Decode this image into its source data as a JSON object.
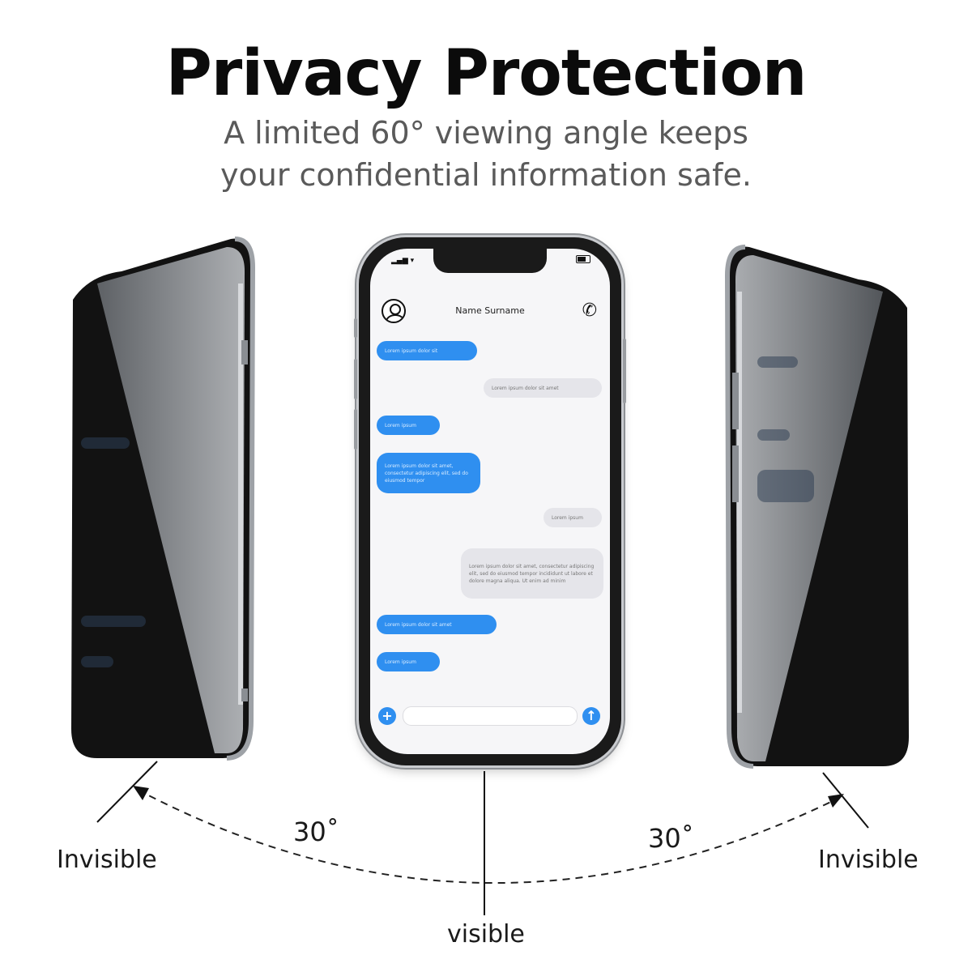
{
  "title": "Privacy Protection",
  "subtitle_line1": "A limited 60° viewing angle keeps",
  "subtitle_line2": "your confidential information safe.",
  "phone": {
    "contact_name": "Name Surname",
    "messages": [
      {
        "dir": "in",
        "text": "Lorem ipsum dolor sit"
      },
      {
        "dir": "out",
        "text": "Lorem ipsum dolor sit amet"
      },
      {
        "dir": "in",
        "text": "Lorem ipsum"
      },
      {
        "dir": "in",
        "text": "Lorem ipsum dolor sit amet, consectetur adipiscing elit, sed do eiusmod tempor"
      },
      {
        "dir": "out",
        "text": "Lorem ipsum"
      },
      {
        "dir": "out",
        "text": "Lorem ipsum dolor sit amet, consectetur adipiscing elit, sed do eiusmod tempor incididunt ut labore et dolore magna aliqua. Ut enim ad minim"
      },
      {
        "dir": "in",
        "text": "Lorem ipsum dolor sit amet"
      },
      {
        "dir": "in",
        "text": "Lorem ipsum"
      }
    ],
    "plus_glyph": "+",
    "send_glyph": "↑"
  },
  "angles": {
    "left_degrees": "30˚",
    "right_degrees": "30˚"
  },
  "labels": {
    "left": "Invisible",
    "right": "Invisible",
    "center": "visible"
  }
}
